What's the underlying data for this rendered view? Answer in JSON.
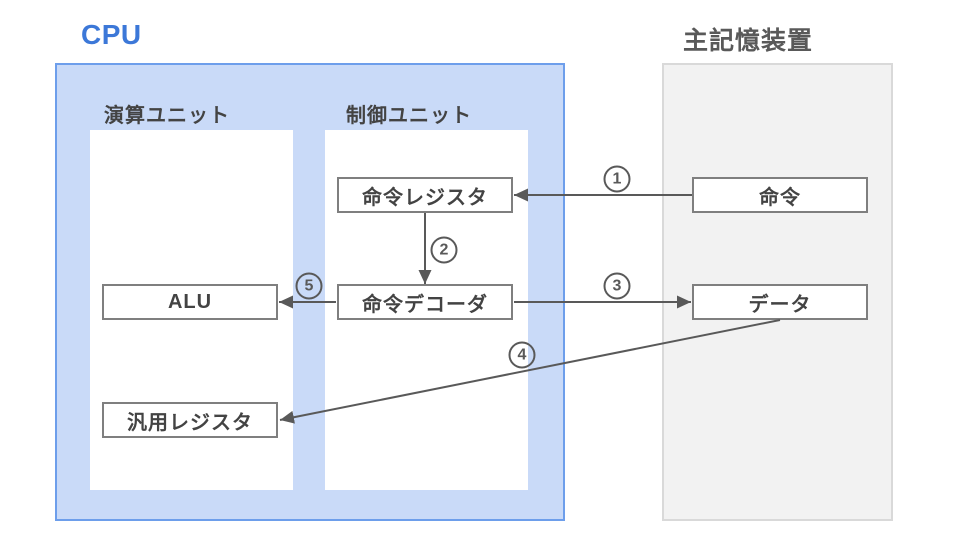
{
  "titles": {
    "cpu": "CPU",
    "memory": "主記憶装置"
  },
  "cpu": {
    "units": [
      {
        "label": "演算ユニット",
        "nodes": [
          {
            "label": "ALU"
          },
          {
            "label": "汎用レジスタ"
          }
        ]
      },
      {
        "label": "制御ユニット",
        "nodes": [
          {
            "label": "命令レジスタ"
          },
          {
            "label": "命令デコーダ"
          }
        ]
      }
    ]
  },
  "memory": {
    "nodes": [
      {
        "label": "命令"
      },
      {
        "label": "データ"
      }
    ]
  },
  "arrows": [
    {
      "number": "1",
      "from": "命令",
      "to": "命令レジスタ"
    },
    {
      "number": "2",
      "from": "命令レジスタ",
      "to": "命令デコーダ"
    },
    {
      "number": "3",
      "from": "命令デコーダ",
      "to": "データ"
    },
    {
      "number": "4",
      "from": "データ",
      "to": "汎用レジスタ"
    },
    {
      "number": "5",
      "from": "命令デコーダ",
      "to": "ALU"
    }
  ],
  "colors": {
    "cpu_title": "#3c78d8",
    "cpu_fill": "#c9daf8",
    "cpu_border": "#6d9eeb",
    "memory_title": "#595959",
    "memory_fill": "#f2f2f2",
    "memory_border": "#d9d9d9",
    "node_border": "#7f7f7f",
    "node_text": "#434343",
    "arrow": "#595959"
  }
}
